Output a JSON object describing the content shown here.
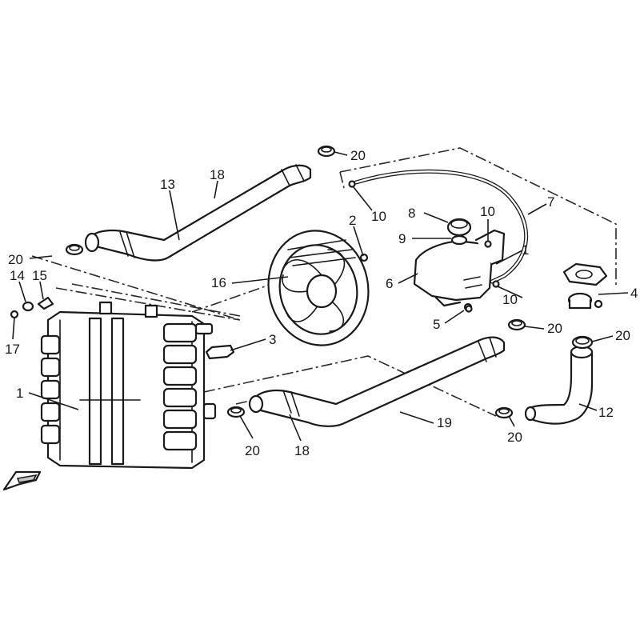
{
  "diagram": {
    "type": "exploded-parts-diagram",
    "callouts": {
      "c1_radiator": "1",
      "c1_tank_bracket": "1",
      "c2": "2",
      "c3": "3",
      "c4": "4",
      "c5": "5",
      "c6": "6",
      "c7": "7",
      "c8": "8",
      "c9": "9",
      "c10_top": "10",
      "c10_cap": "10",
      "c10_tank": "10",
      "c12": "12",
      "c13": "13",
      "c14": "14",
      "c15": "15",
      "c16": "16",
      "c17": "17",
      "c18_top": "18",
      "c18_bottom": "18",
      "c19": "19",
      "c20_top": "20",
      "c20_left": "20",
      "c20_mid": "20",
      "c20_right": "20",
      "c20_bottom": "20",
      "c20_bottom_right": "20"
    }
  }
}
